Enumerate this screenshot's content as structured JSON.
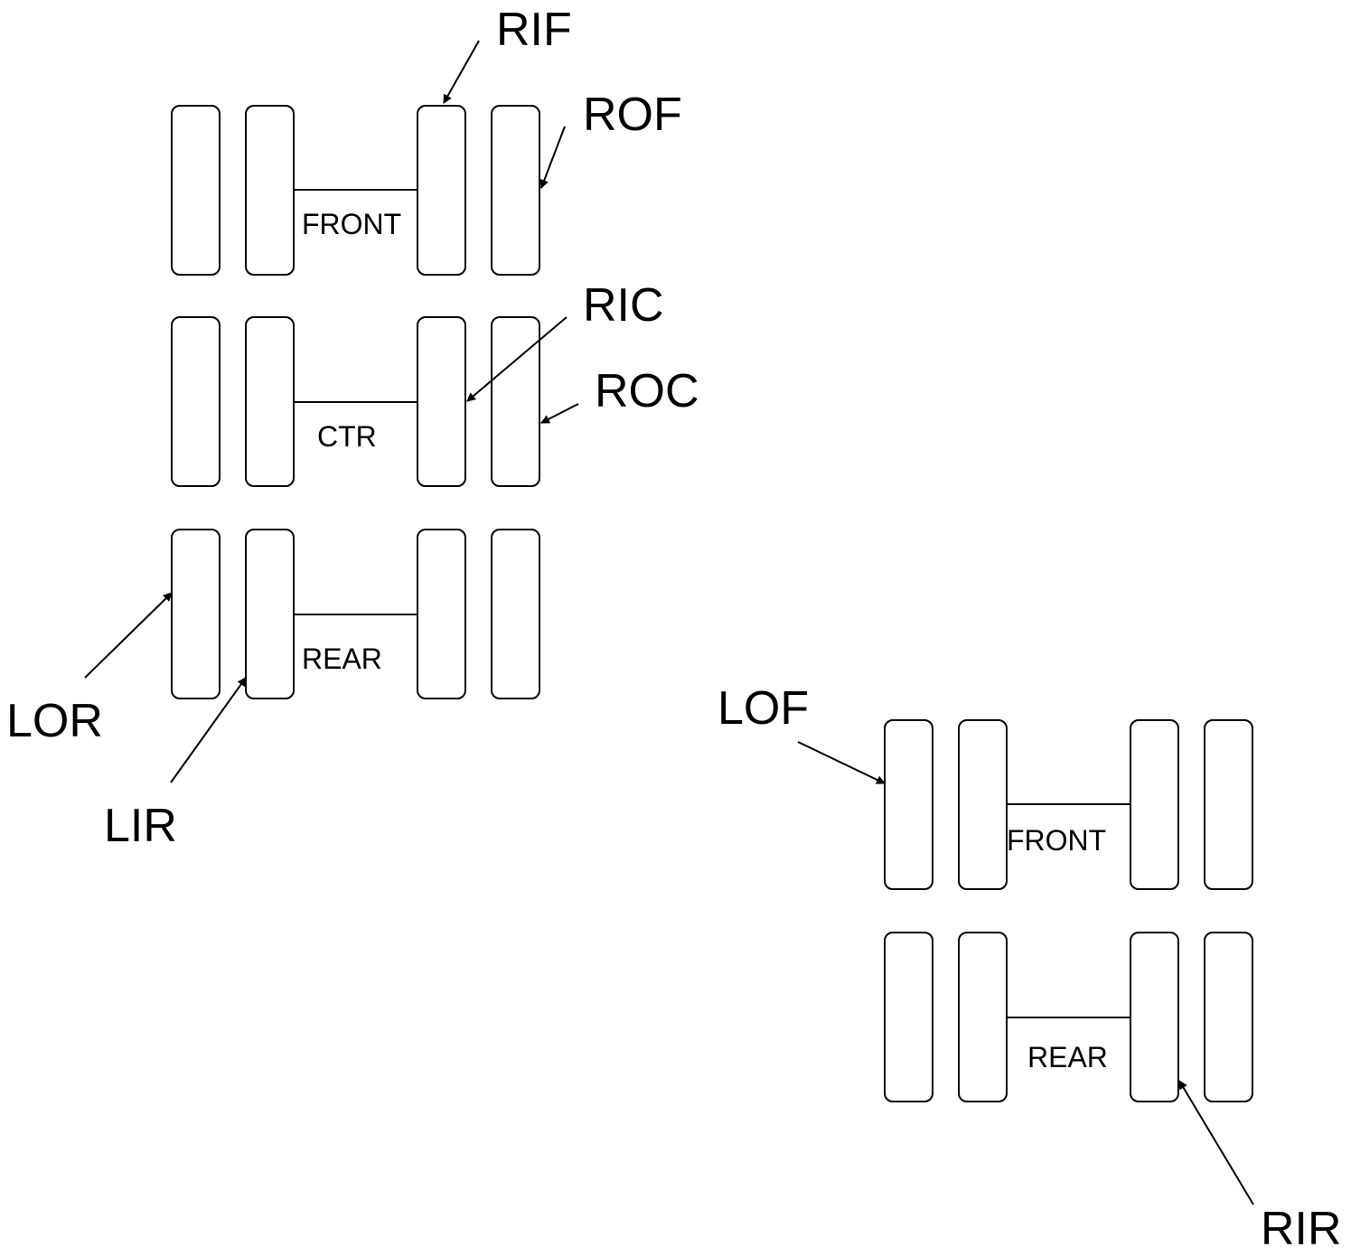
{
  "diagram": {
    "truck_a": {
      "axles": {
        "front": "FRONT",
        "center": "CTR",
        "rear": "REAR"
      }
    },
    "truck_b": {
      "axles": {
        "front": "FRONT",
        "rear": "REAR"
      }
    },
    "callouts": {
      "rif": "RIF",
      "rof": "ROF",
      "ric": "RIC",
      "roc": "ROC",
      "lor": "LOR",
      "lir": "LIR",
      "lof": "LOF",
      "rir": "RIR"
    },
    "colors": {
      "stroke": "#000000",
      "background": "#ffffff"
    }
  }
}
